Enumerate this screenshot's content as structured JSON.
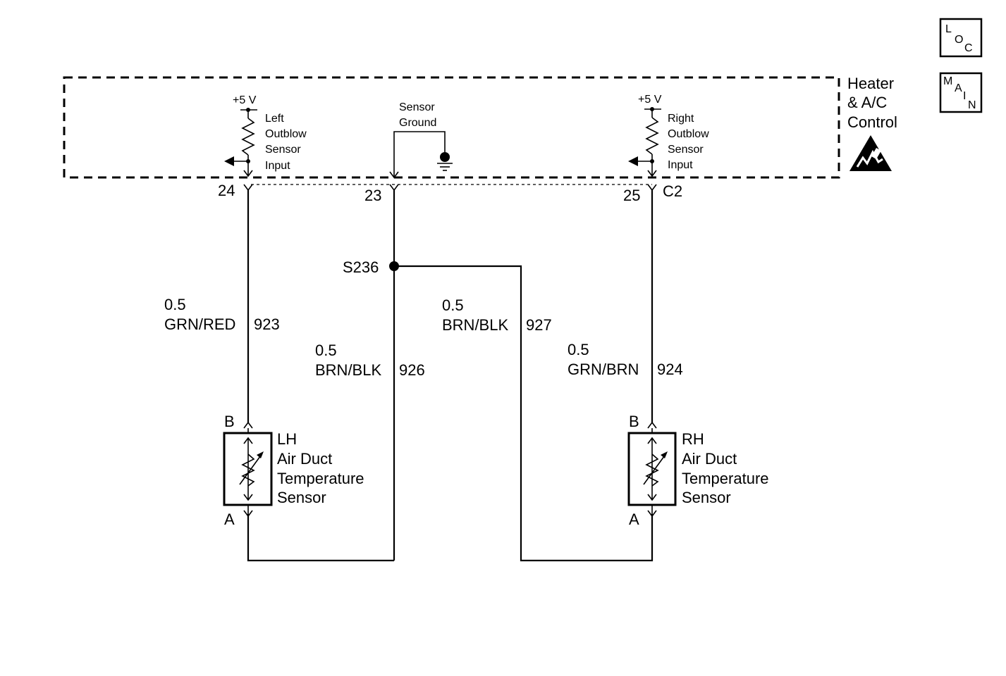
{
  "nav": {
    "loc": {
      "l1": "L",
      "l2": "O",
      "l3": "C"
    },
    "main": {
      "l1": "M",
      "l2": "A",
      "l3": "I",
      "l4": "N"
    }
  },
  "module": {
    "name_line1": "Heater",
    "name_line2": "& A/C",
    "name_line3": "Control",
    "connector": "C2",
    "esd_icon": "esd-sensitive-icon"
  },
  "inputs": {
    "left": {
      "voltage": "+5 V",
      "l1": "Left",
      "l2": "Outblow",
      "l3": "Sensor",
      "l4": "Input",
      "pin": "24"
    },
    "ground": {
      "l1": "Sensor",
      "l2": "Ground",
      "pin": "23"
    },
    "right": {
      "voltage": "+5 V",
      "l1": "Right",
      "l2": "Outblow",
      "l3": "Sensor",
      "l4": "Input",
      "pin": "25"
    }
  },
  "splice": "S236",
  "wires": {
    "w923": {
      "gauge": "0.5",
      "color": "GRN/RED",
      "circuit": "923"
    },
    "w926": {
      "gauge": "0.5",
      "color": "BRN/BLK",
      "circuit": "926"
    },
    "w927": {
      "gauge": "0.5",
      "color": "BRN/BLK",
      "circuit": "927"
    },
    "w924": {
      "gauge": "0.5",
      "color": "GRN/BRN",
      "circuit": "924"
    }
  },
  "sensors": {
    "lh": {
      "l1": "LH",
      "l2": "Air Duct",
      "l3": "Temperature",
      "l4": "Sensor",
      "pin_top": "B",
      "pin_bottom": "A"
    },
    "rh": {
      "l1": "RH",
      "l2": "Air Duct",
      "l3": "Temperature",
      "l4": "Sensor",
      "pin_top": "B",
      "pin_bottom": "A"
    }
  }
}
